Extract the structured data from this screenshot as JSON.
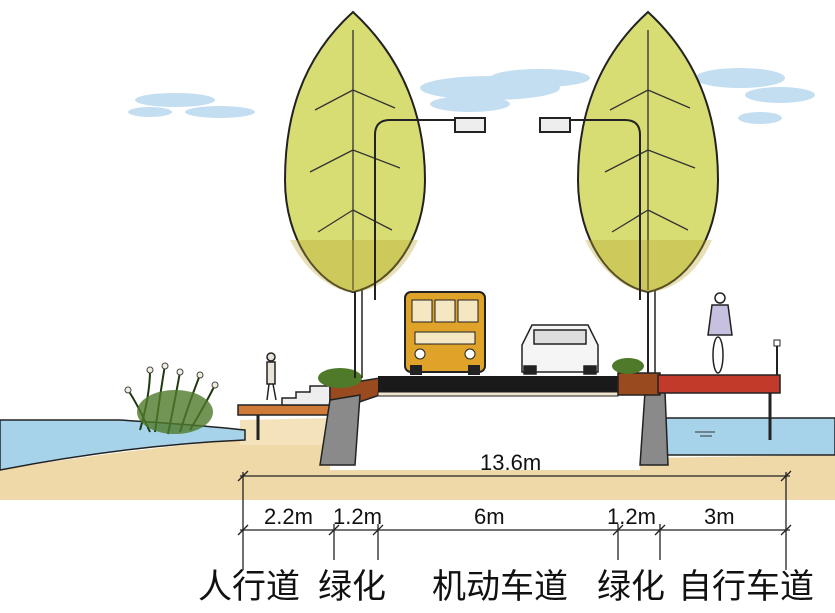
{
  "total_width": "13.6m",
  "segments": [
    {
      "width": "2.2m",
      "zone": "人行道"
    },
    {
      "width": "1.2m",
      "zone": "绿化"
    },
    {
      "width": "6m",
      "zone": "机动车道"
    },
    {
      "width": "1.2m",
      "zone": "绿化"
    },
    {
      "width": "3m",
      "zone": "自行车道"
    }
  ],
  "colors": {
    "water": "#a7d3ea",
    "sand": "#f0d9a8",
    "foliage": "#d7dd73",
    "road": "#1a1a1a",
    "bike_lane": "#c23a2a",
    "planting_strip": "#9a4a1f",
    "pier": "#8a8a8a",
    "deck": "#d07a3a",
    "bus": "#e0a32a",
    "sky_cloud": "#b9d9ef"
  }
}
